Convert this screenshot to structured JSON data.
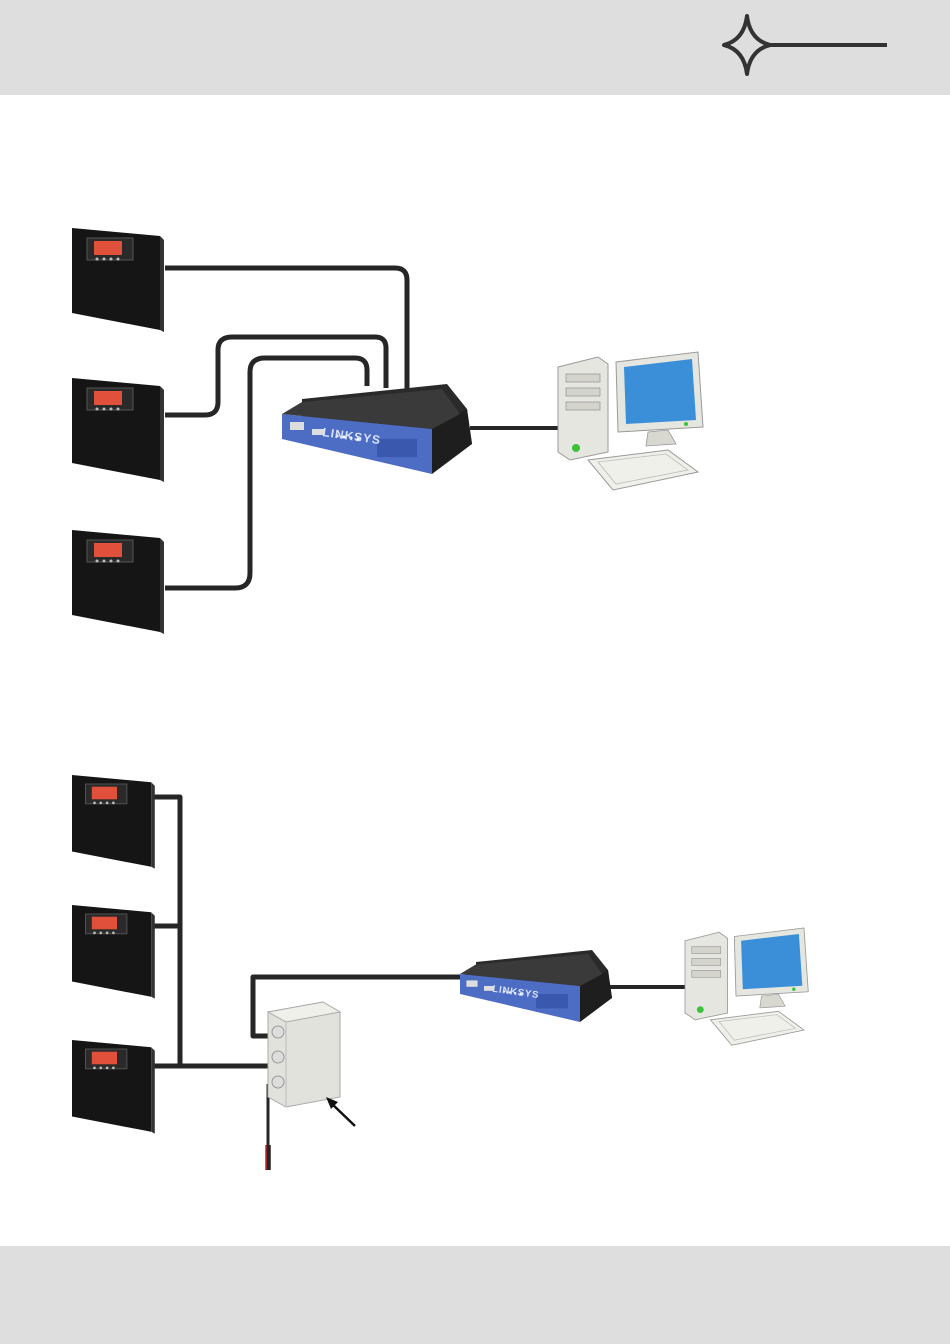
{
  "header": {
    "logo_icon": "four-point-star-line-logo",
    "background": "#dedede"
  },
  "footer": {
    "background": "#dedede"
  },
  "diagram_top": {
    "controllers": [
      "controller",
      "controller",
      "controller"
    ],
    "router_brand": "LINKSYS",
    "computer": "desktop-computer"
  },
  "diagram_bottom": {
    "controllers": [
      "controller",
      "controller",
      "controller"
    ],
    "junction_box": "converter-box",
    "router_brand": "LINKSYS",
    "computer": "desktop-computer",
    "cable_colors": [
      "#222222",
      "#cc2222"
    ]
  },
  "colors": {
    "cable": "#262626",
    "router_blue": "#4d6cc4",
    "router_black": "#2a2a2a",
    "monitor_screen": "#3a8fd8",
    "case_beige": "#e8e8e0",
    "controller_body": "#1c1c1c",
    "controller_display": "#e0503a"
  }
}
